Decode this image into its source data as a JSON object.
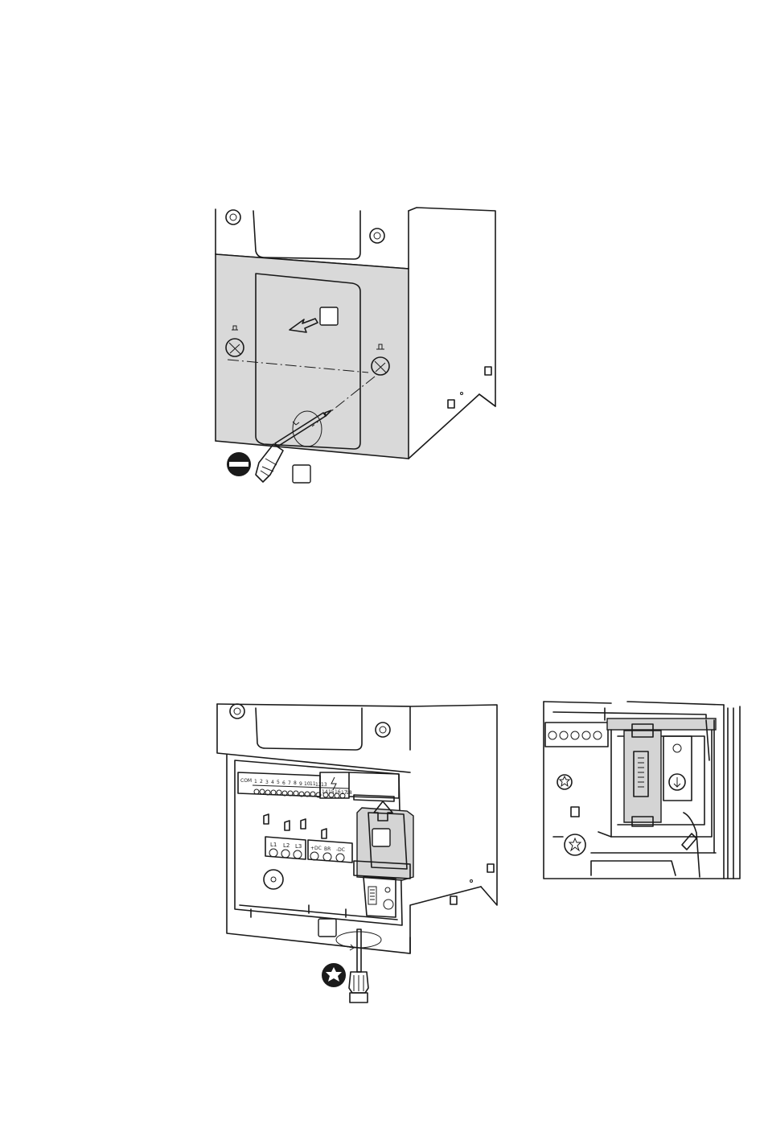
{
  "diagram1": {
    "callouts": [
      "",
      ""
    ],
    "tool_icon": "flat-screwdriver-icon"
  },
  "diagram2": {
    "callouts": [
      "",
      ""
    ],
    "tool_icon": "torx-screwdriver-icon",
    "terminal_labels": {
      "com": "COM",
      "control": [
        "1",
        "2",
        "3",
        "4",
        "5",
        "6",
        "7",
        "8",
        "9",
        "10",
        "11",
        "12",
        "13"
      ],
      "relay": [
        "14",
        "15",
        "16",
        "17",
        "18"
      ],
      "mains": [
        "L1",
        "L2",
        "L3"
      ],
      "motor": [
        "+DC",
        "BR",
        "-DC"
      ]
    }
  },
  "diagram3": {
    "description_icon": "card-slot-detail"
  }
}
